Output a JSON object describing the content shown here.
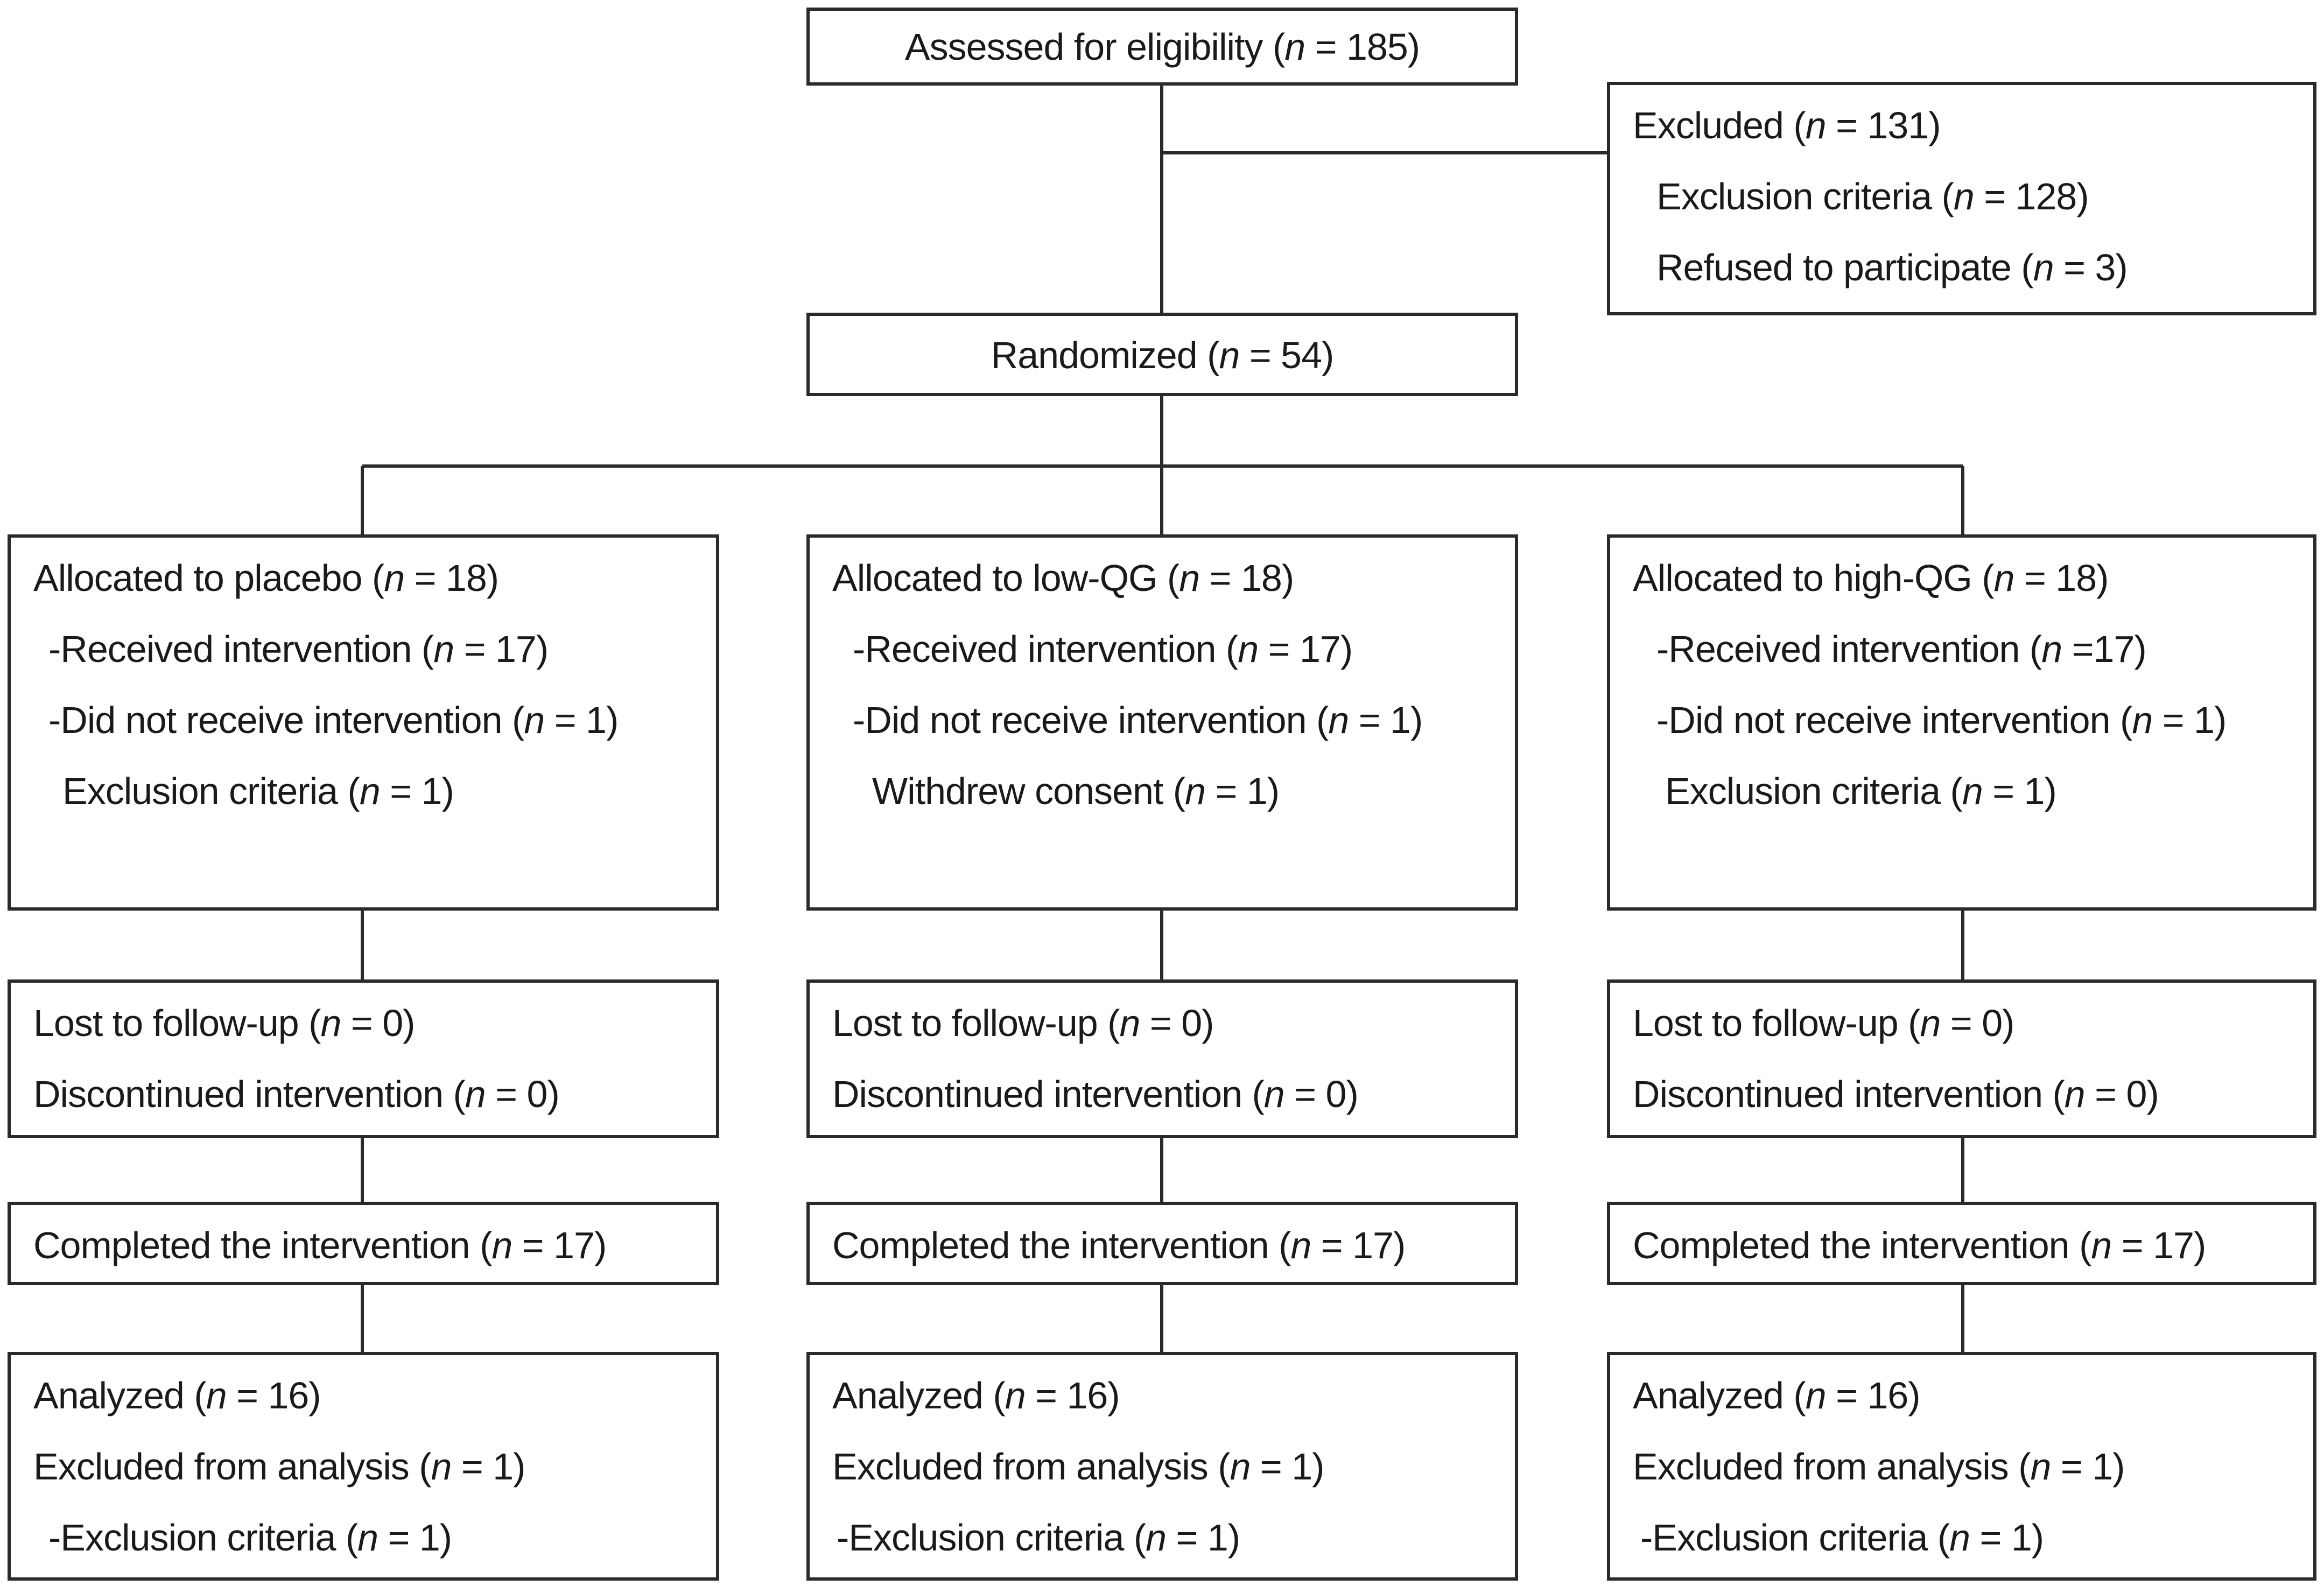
{
  "eligibility": {
    "label": "Assessed for eligibility (",
    "n": "n",
    "value": " = 185)"
  },
  "excluded": {
    "line1": {
      "label": "Excluded (",
      "n": "n",
      "value": " = 131)"
    },
    "line2": {
      "label": "Exclusion criteria (",
      "n": "n",
      "value": " = 128)"
    },
    "line3": {
      "label": "Refused to participate (",
      "n": "n",
      "value": " = 3)"
    }
  },
  "randomized": {
    "label": "Randomized (",
    "n": "n",
    "value": " = 54)"
  },
  "arms": [
    {
      "allocation": [
        {
          "label": "Allocated to placebo (",
          "n": "n",
          "value": " = 18)"
        },
        {
          "label": "-Received intervention (",
          "n": "n",
          "value": " = 17)"
        },
        {
          "label": "-Did not receive intervention (",
          "n": "n",
          "value": " = 1)"
        },
        {
          "label": "Exclusion criteria (",
          "n": "n",
          "value": " = 1)"
        }
      ],
      "followup": [
        {
          "label": "Lost to follow-up (",
          "n": "n",
          "value": " = 0)"
        },
        {
          "label": "Discontinued intervention (",
          "n": "n",
          "value": " = 0)"
        }
      ],
      "completed": {
        "label": "Completed the intervention (",
        "n": "n",
        "value": " = 17)"
      },
      "analysis": [
        {
          "label": "Analyzed  (",
          "n": "n",
          "value": " = 16)"
        },
        {
          "label": "Excluded from analysis (",
          "n": "n",
          "value": " = 1)"
        },
        {
          "label": "-Exclusion criteria (",
          "n": "n",
          "value": " = 1)"
        }
      ]
    },
    {
      "allocation": [
        {
          "label": "Allocated to low-QG (",
          "n": "n",
          "value": " = 18)"
        },
        {
          "label": "-Received intervention (",
          "n": "n",
          "value": " = 17)"
        },
        {
          "label": "-Did not receive intervention (",
          "n": "n",
          "value": " = 1)"
        },
        {
          "label": "Withdrew consent (",
          "n": "n",
          "value": " = 1)"
        }
      ],
      "followup": [
        {
          "label": "Lost to follow-up (",
          "n": "n",
          "value": " = 0)"
        },
        {
          "label": "Discontinued intervention (",
          "n": "n",
          "value": " = 0)"
        }
      ],
      "completed": {
        "label": "Completed the intervention (",
        "n": "n",
        "value": " = 17)"
      },
      "analysis": [
        {
          "label": "Analyzed  (",
          "n": "n",
          "value": " = 16)"
        },
        {
          "label": "Excluded from analysis (",
          "n": "n",
          "value": " = 1)"
        },
        {
          "label": "-Exclusion criteria (",
          "n": "n",
          "value": " = 1)"
        }
      ]
    },
    {
      "allocation": [
        {
          "label": "Allocated to high-QG (",
          "n": "n",
          "value": " = 18)"
        },
        {
          "label": "-Received intervention (",
          "n": "n",
          "value": " =17)"
        },
        {
          "label": "-Did not receive intervention (",
          "n": "n",
          "value": " = 1)"
        },
        {
          "label": "Exclusion criteria (",
          "n": "n",
          "value": " = 1)"
        }
      ],
      "followup": [
        {
          "label": "Lost to follow-up (",
          "n": "n",
          "value": " = 0)"
        },
        {
          "label": "Discontinued intervention (",
          "n": "n",
          "value": " = 0)"
        }
      ],
      "completed": {
        "label": "Completed the intervention (",
        "n": "n",
        "value": " = 17)"
      },
      "analysis": [
        {
          "label": "Analyzed  (",
          "n": "n",
          "value": " = 16)"
        },
        {
          "label": "Excluded from analysis (",
          "n": "n",
          "value": " = 1)"
        },
        {
          "label": "-Exclusion criteria (",
          "n": "n",
          "value": " = 1)"
        }
      ]
    }
  ]
}
